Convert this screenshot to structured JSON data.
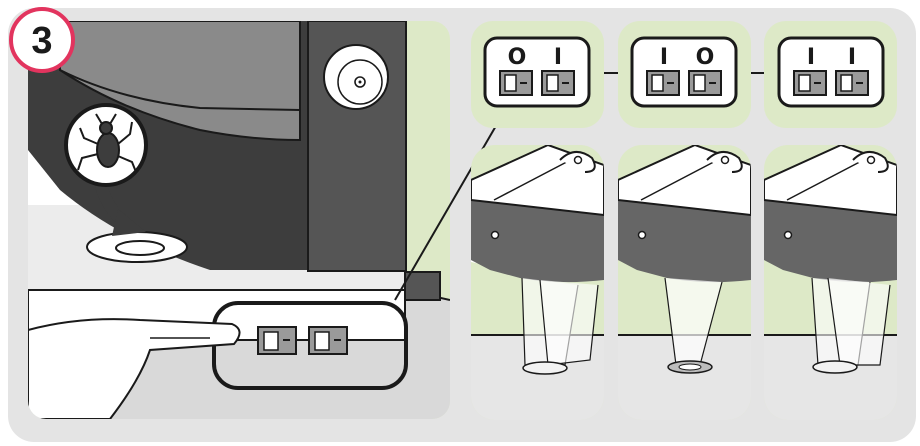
{
  "step": {
    "number": "3"
  },
  "switch_panels": [
    {
      "id": "a",
      "left": "O",
      "right": "I"
    },
    {
      "id": "b",
      "left": "I",
      "right": "O"
    },
    {
      "id": "c",
      "left": "I",
      "right": "I"
    }
  ],
  "icons": {
    "bug": "beetle-icon",
    "knob_symbol": "star-in-circle-icon",
    "arrow": "curved-arrow-down-icon",
    "hand": "pointing-finger-icon"
  },
  "colors": {
    "panel_green": "#dde9c7",
    "frame_bg": "#e4e4e4",
    "outline": "#1a1a1a",
    "badge_border": "#e2345e",
    "device_gray": "#666666",
    "device_dark": "#3d3d3d",
    "switch_gray": "#9a9a9a",
    "white": "#ffffff"
  }
}
